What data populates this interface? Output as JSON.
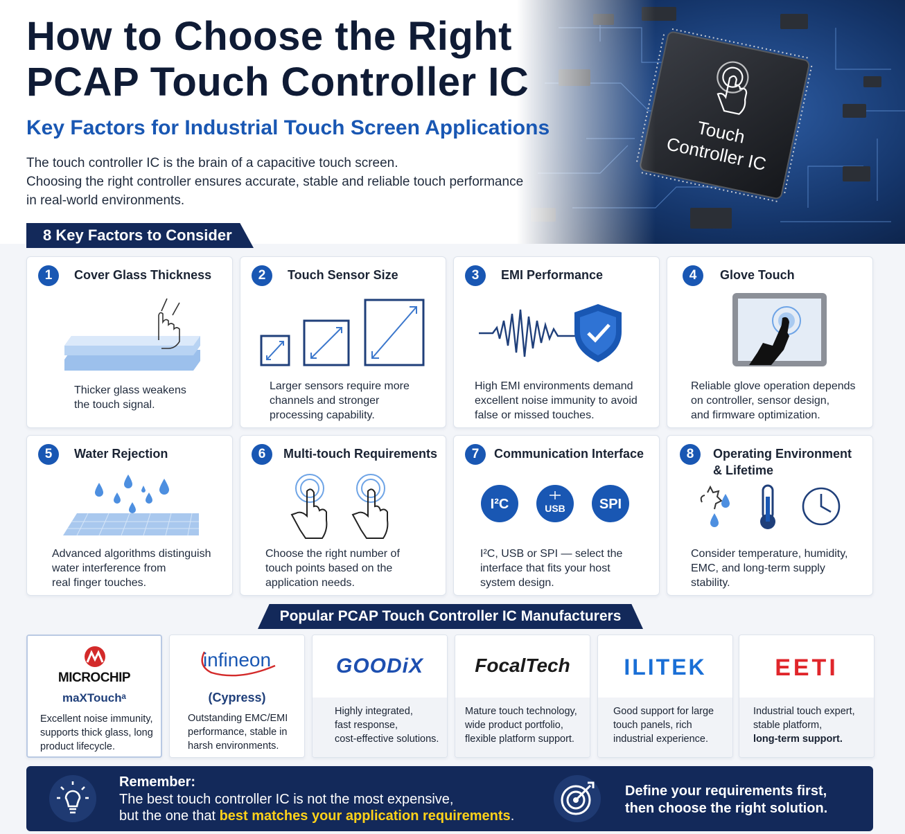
{
  "header": {
    "title_line1": "How to Choose the Right",
    "title_line2": "PCAP Touch Controller IC",
    "subtitle": "Key Factors for Industrial Touch Screen Applications",
    "intro": [
      "The touch controller IC is the brain of a capacitive touch screen.",
      "Choosing the right controller ensures accurate, stable and reliable touch performance",
      "in real-world environments."
    ],
    "chip_line1": "Touch",
    "chip_line2": "Controller IC"
  },
  "factors": {
    "section_label": "8 Key Factors to Consider",
    "items": [
      {
        "num": "1",
        "title": "Cover Glass Thickness",
        "desc": [
          "Thicker glass weakens",
          "the touch signal."
        ],
        "icon": "cover-glass-icon"
      },
      {
        "num": "2",
        "title": "Touch Sensor Size",
        "desc": [
          "Larger sensors require more",
          "channels and stronger",
          "processing capability."
        ],
        "icon": "sensor-size-icon"
      },
      {
        "num": "3",
        "title": "EMI Performance",
        "desc": [
          "High EMI environments demand",
          "excellent noise immunity to avoid",
          "false or missed touches."
        ],
        "icon": "emi-shield-icon"
      },
      {
        "num": "4",
        "title": "Glove Touch",
        "desc": [
          "Reliable glove operation depends",
          "on controller, sensor design,",
          "and firmware optimization."
        ],
        "icon": "glove-touch-icon"
      },
      {
        "num": "5",
        "title": "Water Rejection",
        "desc": [
          "Advanced algorithms distinguish",
          "water interference from",
          "real finger touches."
        ],
        "icon": "water-drops-icon"
      },
      {
        "num": "6",
        "title": "Multi-touch Requirements",
        "desc": [
          "Choose the right number of",
          "touch points based on the",
          "application needs."
        ],
        "icon": "multi-touch-icon"
      },
      {
        "num": "7",
        "title": "Communication Interface",
        "desc": [
          "I²C, USB or SPI — select the",
          "interface that fits your host",
          "system design."
        ],
        "icon": "interface-icon"
      },
      {
        "num": "8",
        "title_line1": "Operating Environment",
        "title_line2": "& Lifetime",
        "desc": [
          "Consider temperature, humidity,",
          "EMC, and long-term supply",
          "stability."
        ],
        "icon": "environment-icon"
      }
    ],
    "interfaces": [
      "I²C",
      "USB",
      "SPI"
    ]
  },
  "manufacturers": {
    "section_label": "Popular PCAP Touch Controller IC Manufacturers",
    "items": [
      {
        "logo": "MICROCHIP",
        "sub": "maXTouchᵃ",
        "desc": [
          "Excellent noise immunity,",
          "supports thick glass, long",
          "product lifecycle."
        ],
        "color": "#d32a2a"
      },
      {
        "logo": "infineon",
        "sub": "(Cypress)",
        "desc": [
          "Outstanding EMC/EMI",
          "performance, stable in",
          "harsh environments."
        ],
        "color": "#1957b3"
      },
      {
        "logo": "GOODiX",
        "desc": [
          "Highly integrated,",
          "fast response,",
          "cost-effective solutions."
        ],
        "color": "#1d4fb0"
      },
      {
        "logo": "FocalTech",
        "desc": [
          "Mature touch technology,",
          "wide product portfolio,",
          "flexible platform support."
        ],
        "color": "#1a1a1a"
      },
      {
        "logo": "ILITEK",
        "desc": [
          "Good support for large",
          "touch panels, rich",
          "industrial experience."
        ],
        "color": "#1a6fd6"
      },
      {
        "logo": "EETI",
        "desc": [
          "Industrial touch expert,",
          "stable platform,",
          "long-term support."
        ],
        "color": "#e0262b"
      }
    ]
  },
  "footer": {
    "remember_title": "Remember:",
    "remember_line1": "The best touch controller IC is not the most expensive,",
    "remember_line2_prefix": "but the one that ",
    "remember_line2_highlight": "best matches your application requirements",
    "remember_line2_suffix": ".",
    "right_line1": "Define your requirements first,",
    "right_line2": "then choose the right solution."
  },
  "colors": {
    "navy": "#13295a",
    "accent_blue": "#1957b3",
    "highlight_yellow": "#ffd21a"
  }
}
